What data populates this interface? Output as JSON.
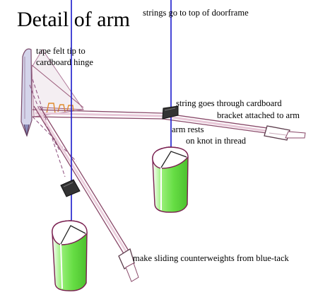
{
  "title": "Detail of arm",
  "labels": {
    "strings_top": "strings go to top of doorframe",
    "tape_line1": "tape felt tip to",
    "tape_line2": "cardboard hinge",
    "string_cardboard": "string goes through cardboard",
    "bracket": "bracket attached to arm",
    "arm_rests_line1": "arm rests",
    "arm_rests_line2": "on knot in thread",
    "sliding": "make sliding counterweights from blue-tack"
  },
  "colors": {
    "string": "#1a1acc",
    "arm_outline": "#8a4a6a",
    "weight_fill": "#66dd44",
    "weight_outline": "#7a2050",
    "bracket": "#333333",
    "hinge_marks": "#e08a2a",
    "pen_tip": "#b8b8d8"
  }
}
